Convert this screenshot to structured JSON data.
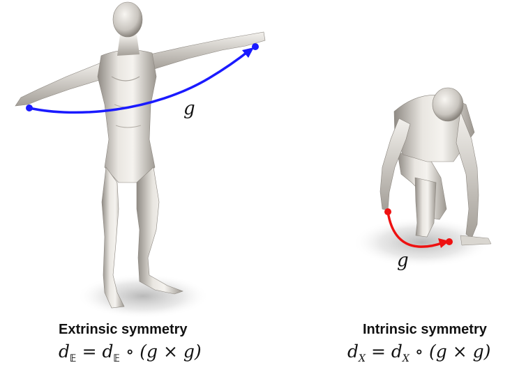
{
  "panels": [
    {
      "title": "Extrinsic symmetry",
      "formula": {
        "lhs_var": "d",
        "lhs_sub": "𝔼",
        "eq": "=",
        "rhs_var": "d",
        "rhs_sub": "𝔼",
        "compose": "∘",
        "product": "(g × g)"
      },
      "arrow_label": "g",
      "arrow_color": "#1a1aff"
    },
    {
      "title": "Intrinsic symmetry",
      "formula": {
        "lhs_var": "d",
        "lhs_sub": "X",
        "eq": "=",
        "rhs_var": "d",
        "rhs_sub": "X",
        "compose": "∘",
        "product": "(g × g)"
      },
      "arrow_label": "g",
      "arrow_color": "#ee1111"
    }
  ]
}
